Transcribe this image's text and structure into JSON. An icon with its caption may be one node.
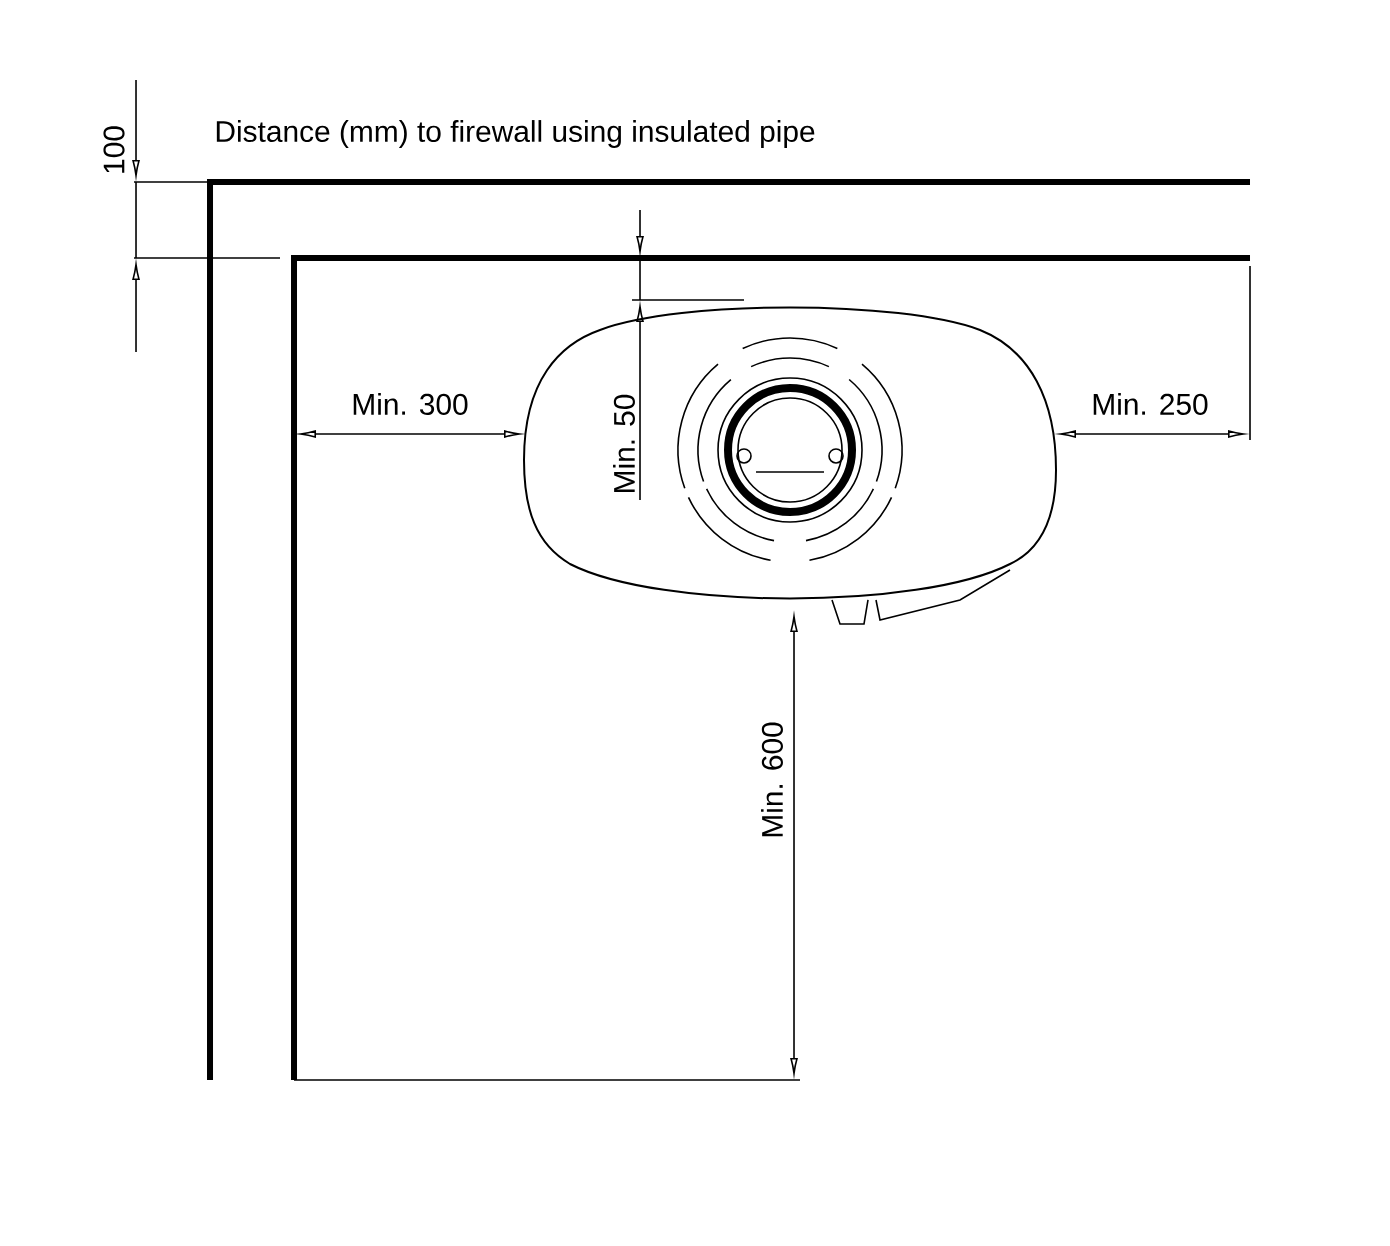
{
  "diagram": {
    "title": "Distance (mm) to firewall using insulated pipe",
    "labels": [
      "100",
      "Min. 300",
      "Min. 50",
      "Min. 250",
      "Min. 600"
    ]
  }
}
